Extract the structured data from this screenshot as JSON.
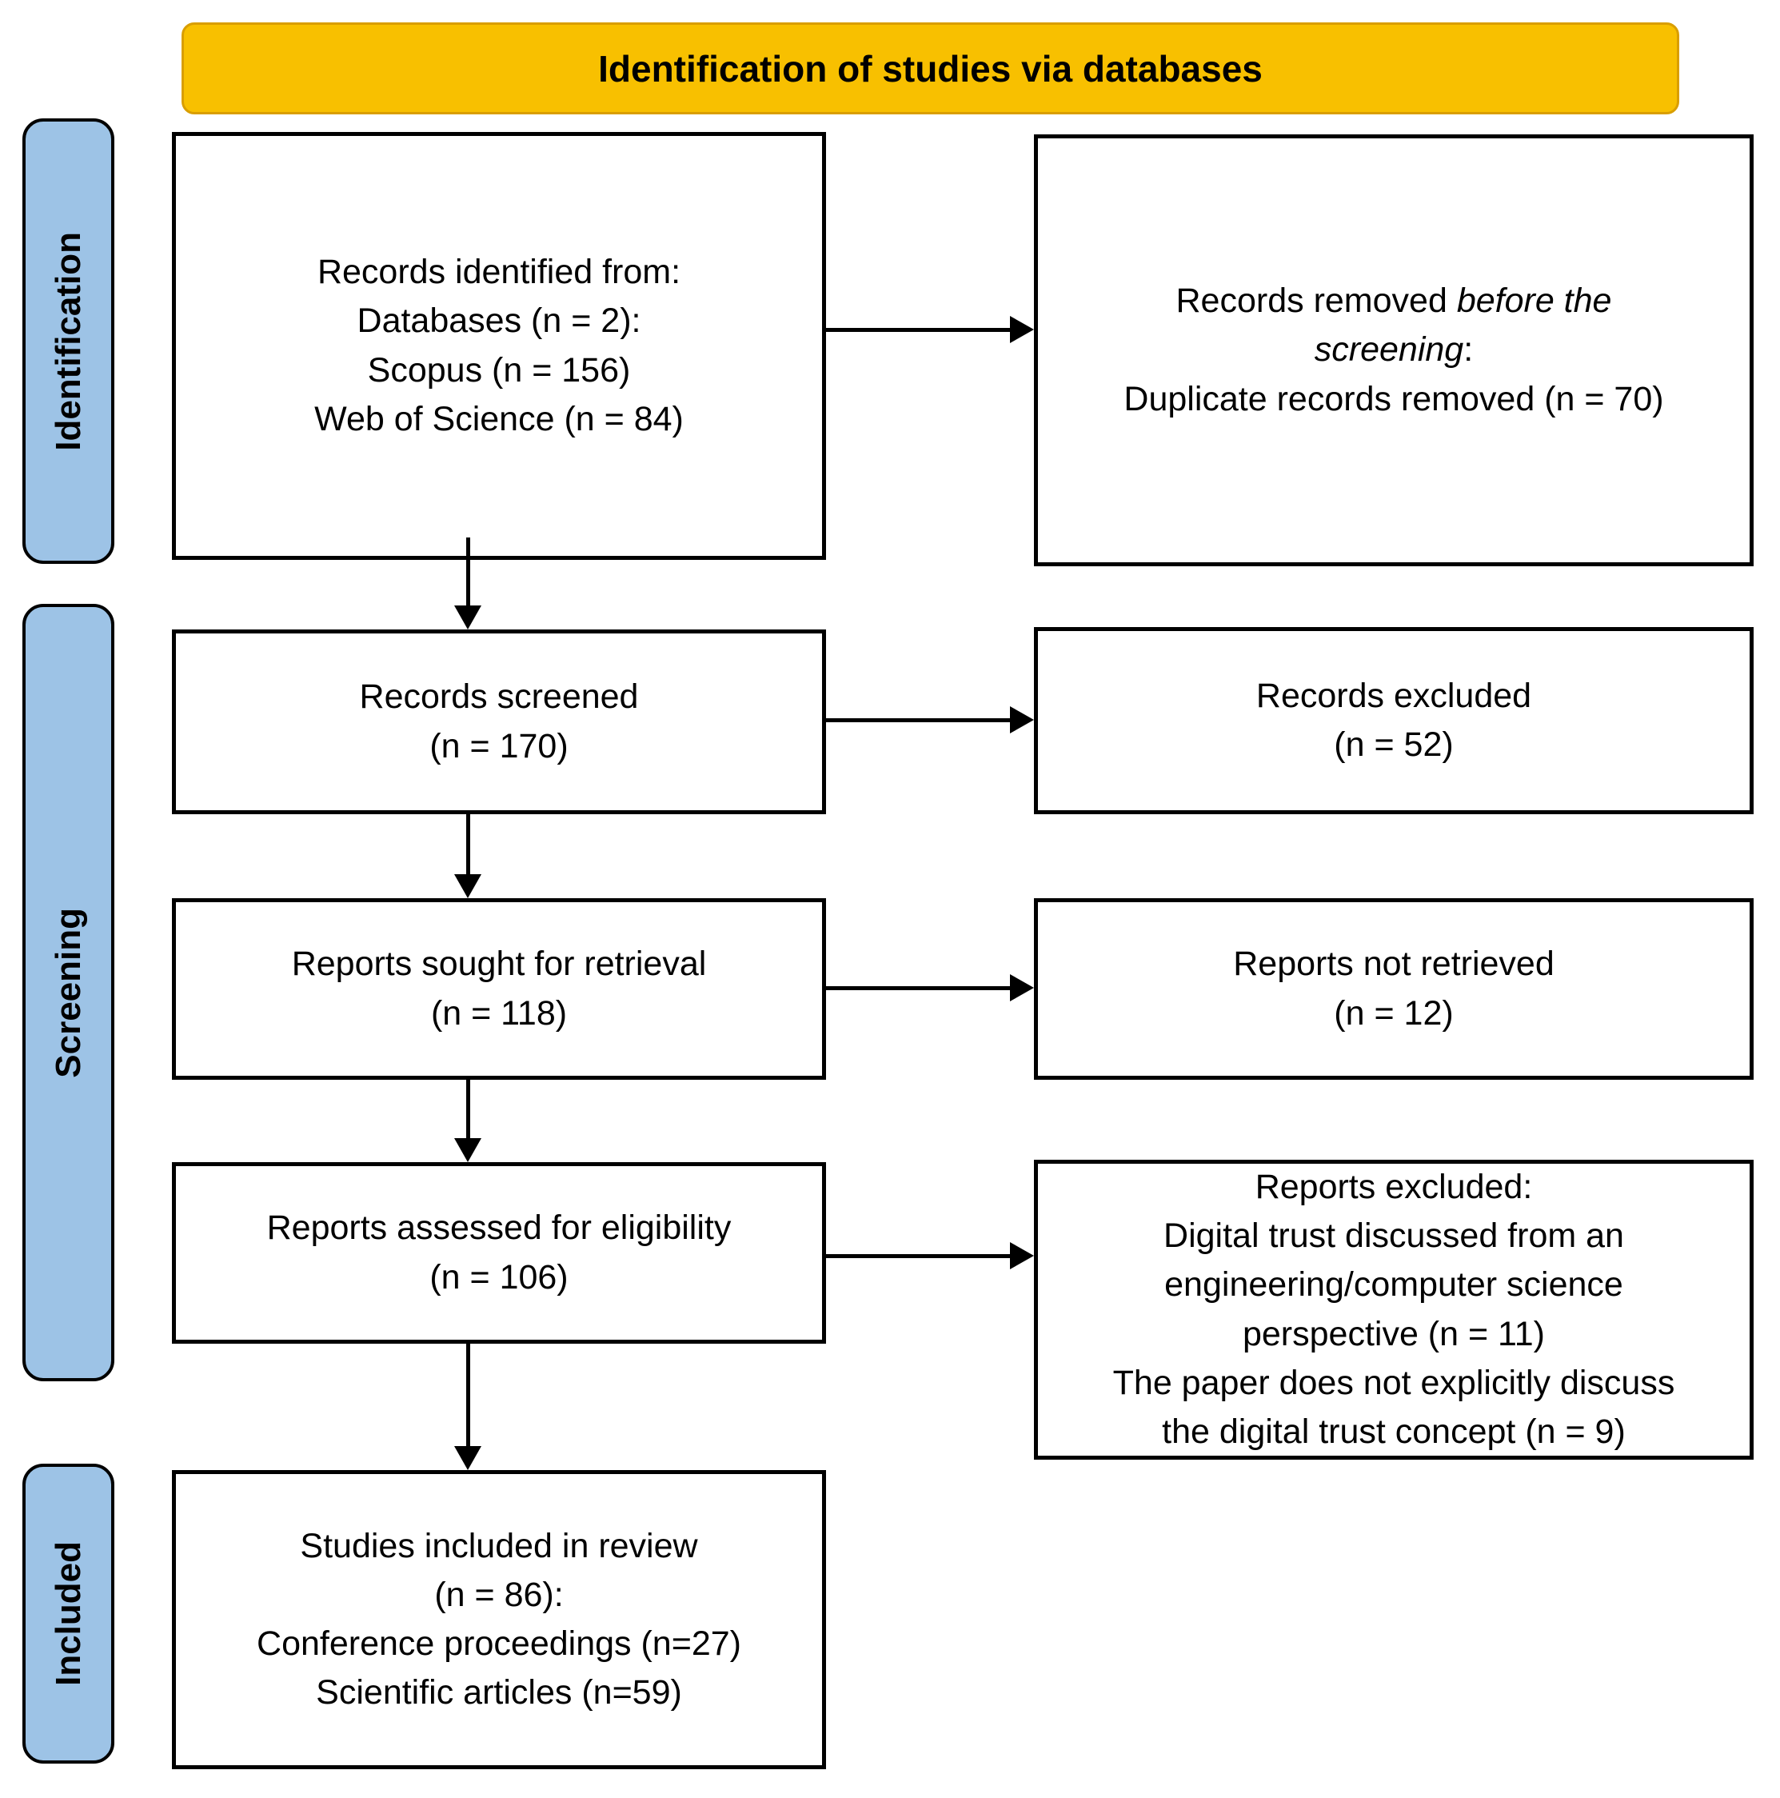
{
  "banner": {
    "title": "Identification of studies via databases"
  },
  "colors": {
    "banner-bg": "#F8C000",
    "banner-border": "#D99E00",
    "stage-bg": "#9DC3E6",
    "line": "#000000",
    "text": "#000000",
    "box-bg": "#FFFFFF"
  },
  "stages": [
    {
      "label": "Identification"
    },
    {
      "label": "Screening"
    },
    {
      "label": "Included"
    }
  ],
  "left_boxes": [
    {
      "lines": [
        "Records identified from:",
        "Databases (n = 2):",
        "Scopus (n = 156)",
        "Web of Science (n = 84)"
      ]
    },
    {
      "lines": [
        "Records screened",
        "(n = 170)"
      ]
    },
    {
      "lines": [
        "Reports sought for retrieval",
        "(n = 118)"
      ]
    },
    {
      "lines": [
        "Reports assessed for eligibility",
        "(n = 106)"
      ]
    },
    {
      "lines": [
        "Studies included in review",
        "(n = 86):",
        "Conference proceedings (n=27)",
        "Scientific articles (n=59)"
      ]
    }
  ],
  "right_boxes": [
    {
      "line1_prefix": "Records removed ",
      "line1_italic": "before the",
      "line2_italic": "screening",
      "line2_suffix": ":",
      "line3": "Duplicate records removed (n = 70)"
    },
    {
      "lines": [
        "Records excluded",
        "(n = 52)"
      ]
    },
    {
      "lines": [
        "Reports not retrieved",
        "(n = 12)"
      ]
    },
    {
      "lines": [
        "Reports excluded:",
        "Digital trust discussed from an",
        "engineering/computer science",
        "perspective (n = 11)",
        "The paper does not explicitly discuss",
        "the digital trust concept (n = 9)"
      ]
    }
  ]
}
